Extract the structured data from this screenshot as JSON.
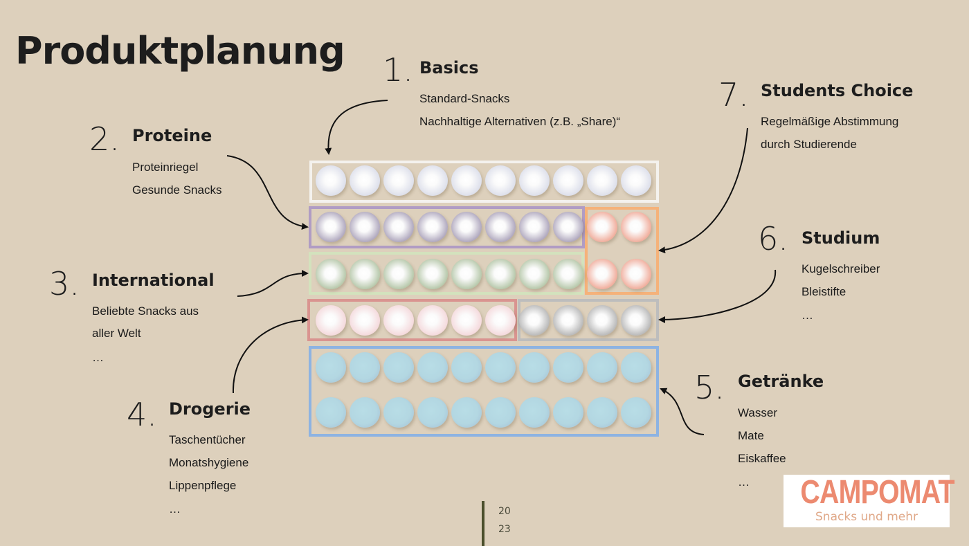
{
  "title": "Produktplanung",
  "sections": [
    {
      "number": "1.",
      "heading": "Basics",
      "items": [
        "Standard-Snacks",
        "Nachhaltige Alternativen (z.B. „Share)“"
      ],
      "color": "#f4f2ee"
    },
    {
      "number": "2.",
      "heading": "Proteine",
      "items": [
        "Proteinriegel",
        "Gesunde Snacks"
      ],
      "color": "#b09cc4"
    },
    {
      "number": "3.",
      "heading": "International",
      "items": [
        "Beliebte Snacks aus",
        "aller Welt",
        "…"
      ],
      "color": "#d3e2bd"
    },
    {
      "number": "4.",
      "heading": "Drogerie",
      "items": [
        "Taschentücher",
        "Monatshygiene",
        "Lippenpflege",
        "…"
      ],
      "color": "#d99490"
    },
    {
      "number": "5.",
      "heading": "Getränke",
      "items": [
        "Wasser",
        "Mate",
        "Eiskaffee",
        "…"
      ],
      "color": "#8db3e2"
    },
    {
      "number": "6.",
      "heading": "Studium",
      "items": [
        "Kugelschreiber",
        "Bleistifte",
        "…"
      ],
      "color": "#bdbdbd"
    },
    {
      "number": "7.",
      "heading": "Students Choice",
      "items": [
        "Regelmäßige Abstimmung",
        "durch Studierende"
      ],
      "color": "#f5b27a"
    }
  ],
  "page_number": [
    "20",
    "23"
  ],
  "logo": {
    "name": "CAMPOMAT",
    "tagline": "Snacks und mehr"
  }
}
